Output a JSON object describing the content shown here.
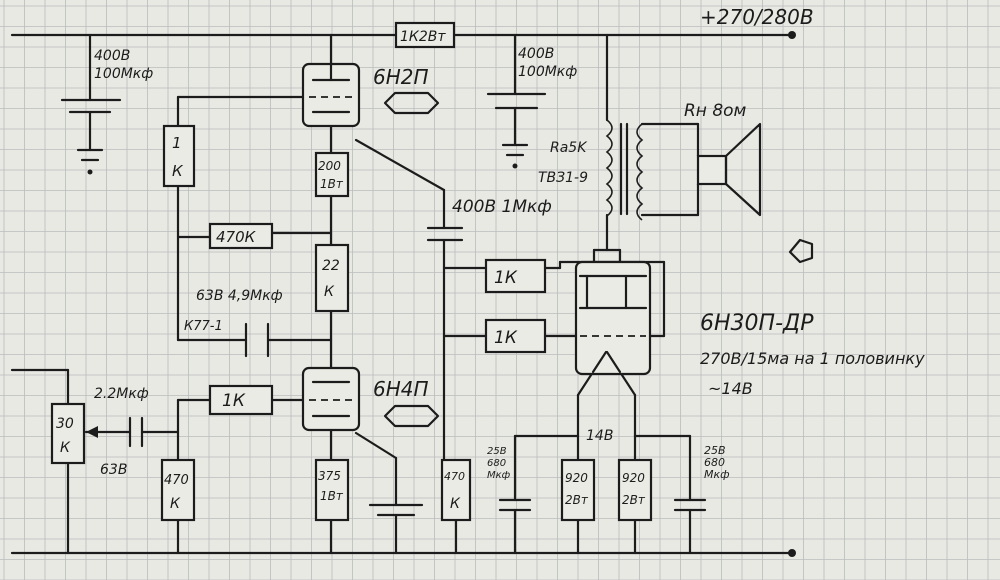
{
  "power": {
    "supply": "+270/280В",
    "series_resistor": "1К2Вт"
  },
  "caps": {
    "c1_voltage": "400В",
    "c1_value": "100Мкф",
    "c2_voltage": "400В",
    "c2_value": "100Мкф",
    "coupling": "400В 1Мкф",
    "k77_value": "63В 4,9Мкф",
    "k77_type": "К77-1",
    "input_value": "2.2Мкф",
    "input_voltage": "63В",
    "cath1_voltage": "25В",
    "cath1_value": "680",
    "cath1_unit": "Мкф",
    "cath2_voltage": "25В",
    "cath2_value": "680",
    "cath2_unit": "Мкф"
  },
  "resistors": {
    "r_1k_top": [
      "1",
      "К"
    ],
    "r_470k": "470К",
    "r_200": [
      "200",
      "1Вт"
    ],
    "r_22k": [
      "22",
      "К"
    ],
    "r_1k_mid": "1К",
    "r_30k": [
      "30",
      "К"
    ],
    "r_470k_low": [
      "470",
      "К"
    ],
    "r_375": [
      "375",
      "1Вт"
    ],
    "r_470k_grid": [
      "470",
      "К"
    ],
    "r_1k_g1": "1К",
    "r_1k_g2": "1К",
    "r_920_a": [
      "920",
      "2Вт"
    ],
    "r_920_b": [
      "920",
      "2Вт"
    ]
  },
  "tubes": {
    "upper": "6Н2П",
    "lower": "6Н4П",
    "output": "6Н30П-ДР"
  },
  "transformer": {
    "ra": "Ra5K",
    "model": "ТВЗ1-9"
  },
  "speaker": {
    "label": "Rн 8ом"
  },
  "notes": {
    "line1": "270В/15ма на 1 половинку",
    "line2": "~14В",
    "heater": "14В"
  }
}
